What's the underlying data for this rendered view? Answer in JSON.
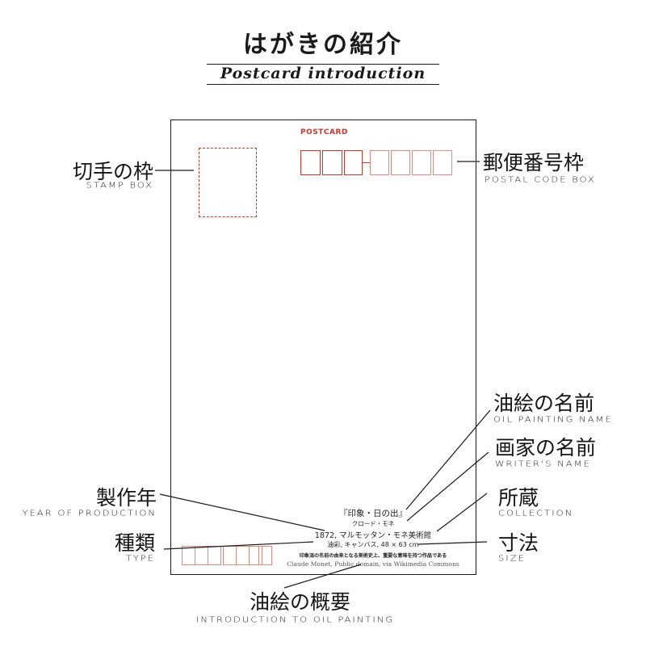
{
  "header": {
    "title": "はがきの紹介",
    "subtitle": "Postcard introduction"
  },
  "postcard": {
    "label": "POSTCARD",
    "painting_title": "『印象・日の出』",
    "artist": "クロード・モネ",
    "year_collection": "1872, マルモッタン・モネ美術館",
    "medium_size": "油彩, キャンバス, 48 × 63 cm",
    "description": "印象派の名前の由来となる美術史上、重要な意味を持つ作品である",
    "credit": "Claude Monet, Public domain, via Wikimedia Commons"
  },
  "labels": {
    "stamp_box": {
      "jp": "切手の枠",
      "en": "STAMP BOX"
    },
    "postal_code_box": {
      "jp": "郵便番号枠",
      "en": "POSTAL CODE BOX"
    },
    "oil_painting_name": {
      "jp": "油絵の名前",
      "en": "OIL PAINTING NAME"
    },
    "writer_name": {
      "jp": "画家の名前",
      "en": "WRITER'S NAME"
    },
    "year_of_production": {
      "jp": "製作年",
      "en": "YEAR OF PRODUCTION"
    },
    "collection": {
      "jp": "所蔵",
      "en": "COLLECTION"
    },
    "type": {
      "jp": "種類",
      "en": "TYPE"
    },
    "size": {
      "jp": "寸法",
      "en": "SIZE"
    },
    "introduction": {
      "jp": "油絵の概要",
      "en": "INTRODUCTION TO OIL PAINTING"
    }
  },
  "colors": {
    "accent_red": "#c0392b",
    "ink": "#1a1a1a"
  }
}
